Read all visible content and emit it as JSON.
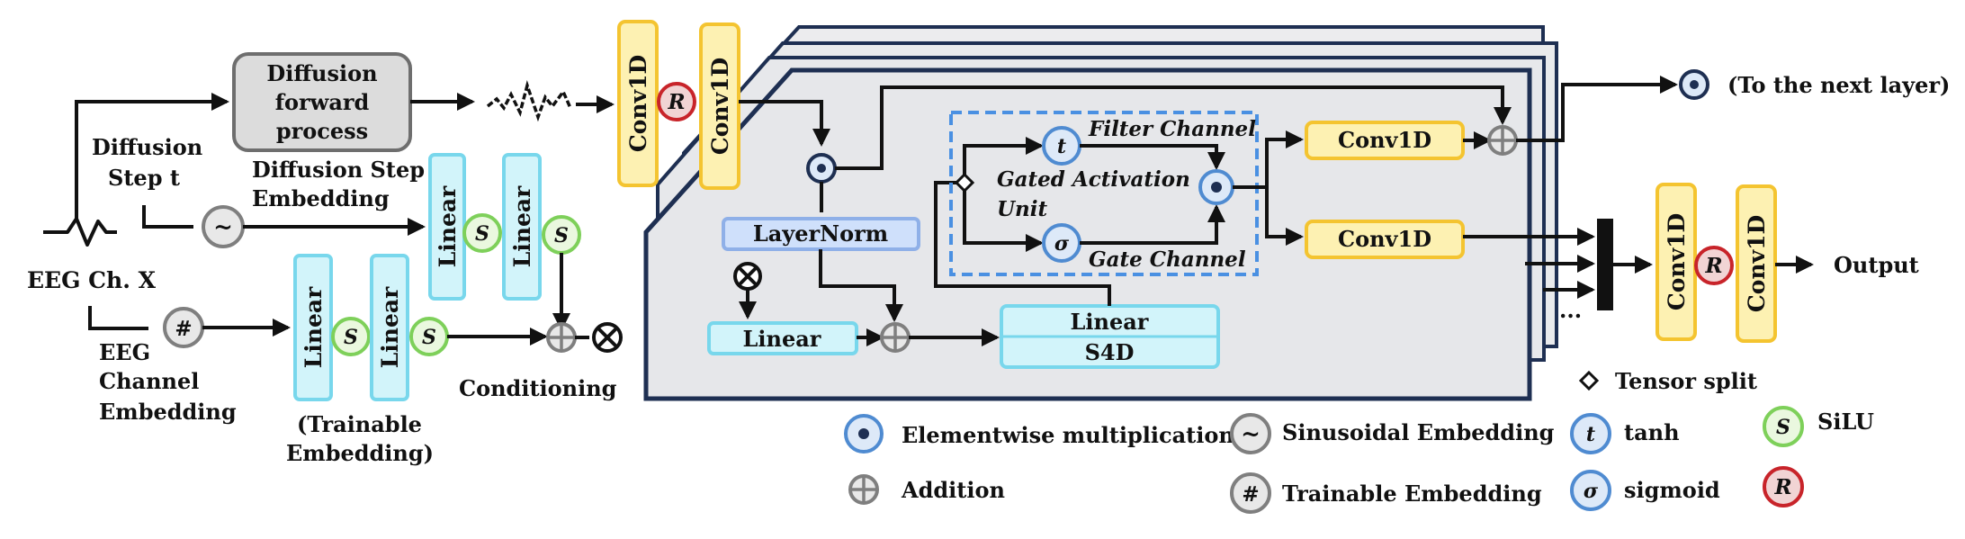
{
  "colors": {
    "conv": "#fdf1b2",
    "conv_border": "#f4c430",
    "linear": "#d2f4fa",
    "linear_border": "#78d7ec",
    "layernorm": "#cfe0fb",
    "layernorm_border": "#8fb0e8",
    "process": "#dcdcdc",
    "process_border": "#6e6e6e",
    "block_bg": "#e6e7ea",
    "block_border": "#1e2f52",
    "relu": "#f1d4d4",
    "relu_border": "#c8242a",
    "silu": "#eaf8df",
    "silu_border": "#7ed05a",
    "gray_op": "#e8e8e8",
    "gray_op_border": "#7f7f7f",
    "blue_op": "#dde9f8",
    "blue_op_border": "#4f8bd1",
    "gate_border": "#4a90e2"
  },
  "input": {
    "eeg_label": "EEG Ch. X",
    "diffusion_step": [
      "Diffusion",
      "Step t"
    ],
    "diffusion_forward": [
      "Diffusion",
      "forward",
      "process"
    ],
    "step_embedding_label": [
      "Diffusion Step",
      "Embedding"
    ],
    "channel_embedding_label": [
      "EEG",
      "Channel",
      "Embedding"
    ],
    "trainable_label": [
      "(Trainable",
      "Embedding)"
    ],
    "conditioning_label": "Conditioning"
  },
  "blocks": {
    "conv1d": "Conv1D",
    "linear": "Linear",
    "layernorm": "LayerNorm",
    "s4d": "S4D"
  },
  "symbols": {
    "relu": "R",
    "silu": "S",
    "tanh": "t",
    "sigmoid": "σ",
    "sinusoidal": "~",
    "trainable": "#",
    "mult": "⊙",
    "add": "⊕",
    "cross": "⊗",
    "split": "◇"
  },
  "gated": {
    "filter_channel": "Filter Channel",
    "gate_channel": "Gate Channel",
    "unit_label": [
      "Gated Activation",
      "Unit"
    ]
  },
  "outputs": {
    "to_next_layer": "(To the next layer)",
    "output": "Output",
    "ellipsis": "..."
  },
  "legend": {
    "elementwise": "Elementwise multiplication",
    "addition": "Addition",
    "sinusoidal": "Sinusoidal Embedding",
    "trainable": "Trainable Embedding",
    "tanh": "tanh",
    "sigmoid": "sigmoid",
    "tensor_split": "Tensor split",
    "silu": "SiLU"
  }
}
